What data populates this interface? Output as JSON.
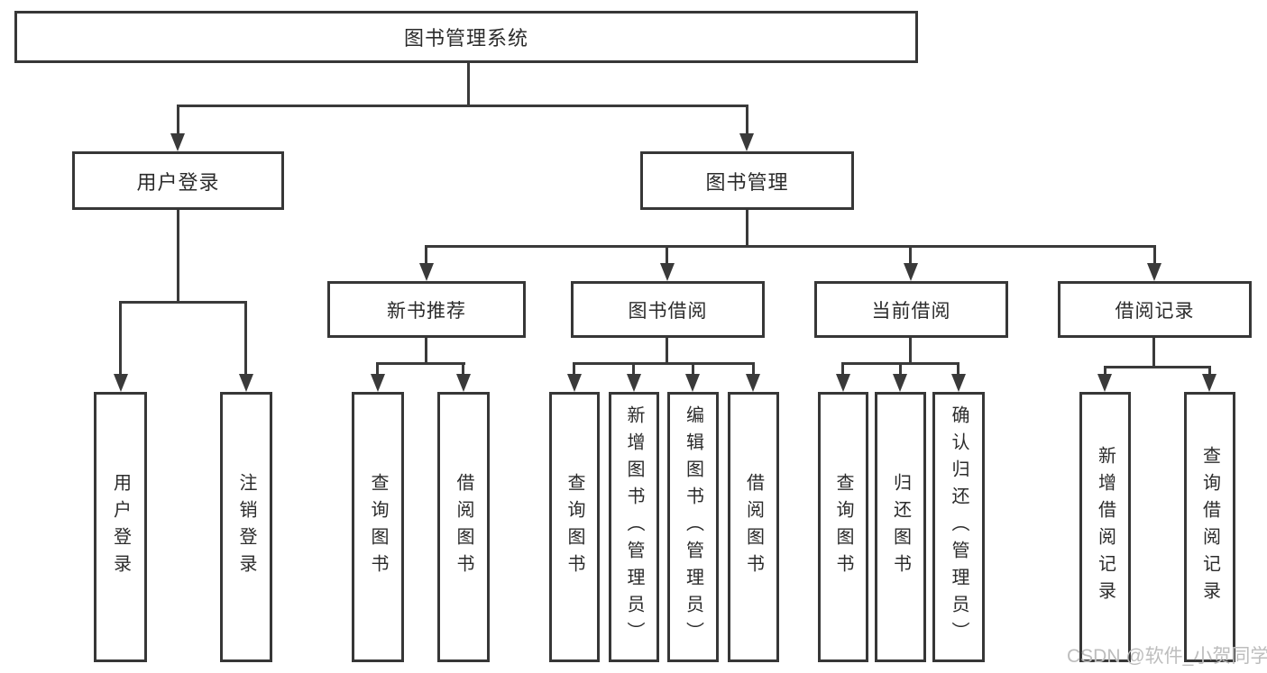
{
  "root": {
    "label": "图书管理系统"
  },
  "branches": {
    "user_login": {
      "label": "用户登录",
      "children": {
        "login": "用户登录",
        "logout": "注销登录"
      }
    },
    "book_mgmt": {
      "label": "图书管理",
      "sections": {
        "new_book_rec": {
          "label": "新书推荐",
          "children": {
            "query_book": "查询图书",
            "borrow_book": "借阅图书"
          }
        },
        "book_borrow": {
          "label": "图书借阅",
          "children": {
            "query_book": "查询图书",
            "add_book": "新增图书（管理员）",
            "edit_book": "编辑图书（管理员）",
            "borrow_book": "借阅图书"
          }
        },
        "current_borrow": {
          "label": "当前借阅",
          "children": {
            "query_book": "查询图书",
            "return_book": "归还图书",
            "confirm_return": "确认归还（管理员）"
          }
        },
        "borrow_records": {
          "label": "借阅记录",
          "children": {
            "add_record": "新增借阅记录",
            "query_record": "查询借阅记录"
          }
        }
      }
    }
  },
  "watermark": "CSDN @软件_小贺同学",
  "colors": {
    "border": "#373737",
    "line": "#3a3a3a",
    "text": "#2b2b2b",
    "background": "#ffffff",
    "watermark": "#bdbdbd"
  }
}
